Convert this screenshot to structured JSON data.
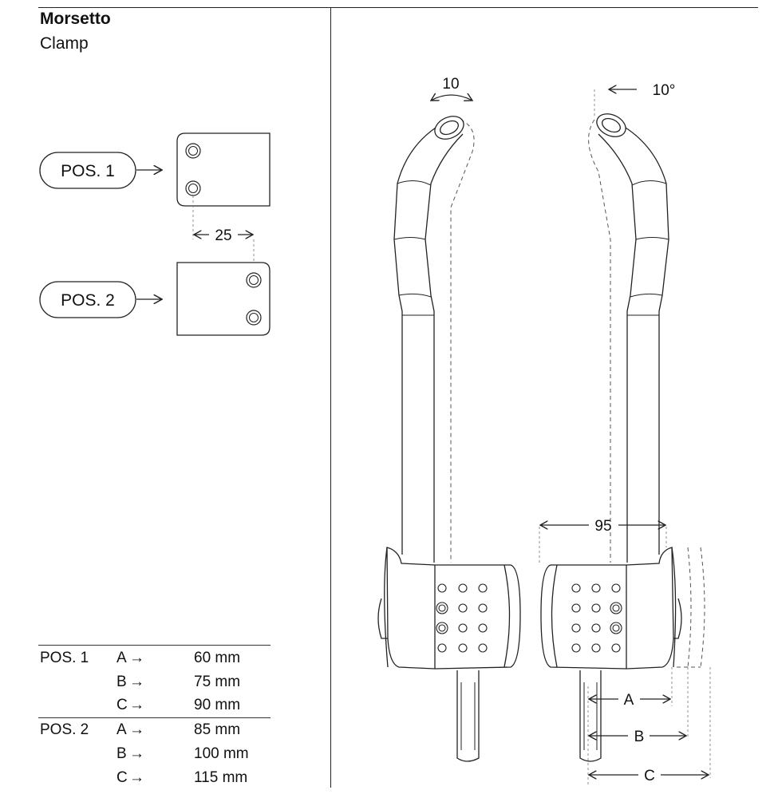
{
  "header": {
    "title": "Morsetto",
    "subtitle": "Clamp"
  },
  "positions": [
    {
      "label": "POS. 1"
    },
    {
      "label": "POS. 2"
    }
  ],
  "dimensions": {
    "hole_spacing": "25",
    "rotation_left": "10",
    "rotation_right": "10°",
    "width": "95",
    "a": "A",
    "b": "B",
    "c": "C"
  },
  "table": {
    "rows": [
      {
        "pos": "POS. 1",
        "letter": "A",
        "arrow": "→",
        "value": "60 mm"
      },
      {
        "pos": "",
        "letter": "B",
        "arrow": "→",
        "value": "75 mm"
      },
      {
        "pos": "",
        "letter": "C",
        "arrow": "→",
        "value": "90 mm"
      },
      {
        "pos": "POS. 2",
        "letter": "A",
        "arrow": "→",
        "value": "85 mm"
      },
      {
        "pos": "",
        "letter": "B",
        "arrow": "→",
        "value": "100 mm"
      },
      {
        "pos": "",
        "letter": "C",
        "arrow": "→",
        "value": "115 mm"
      }
    ]
  }
}
